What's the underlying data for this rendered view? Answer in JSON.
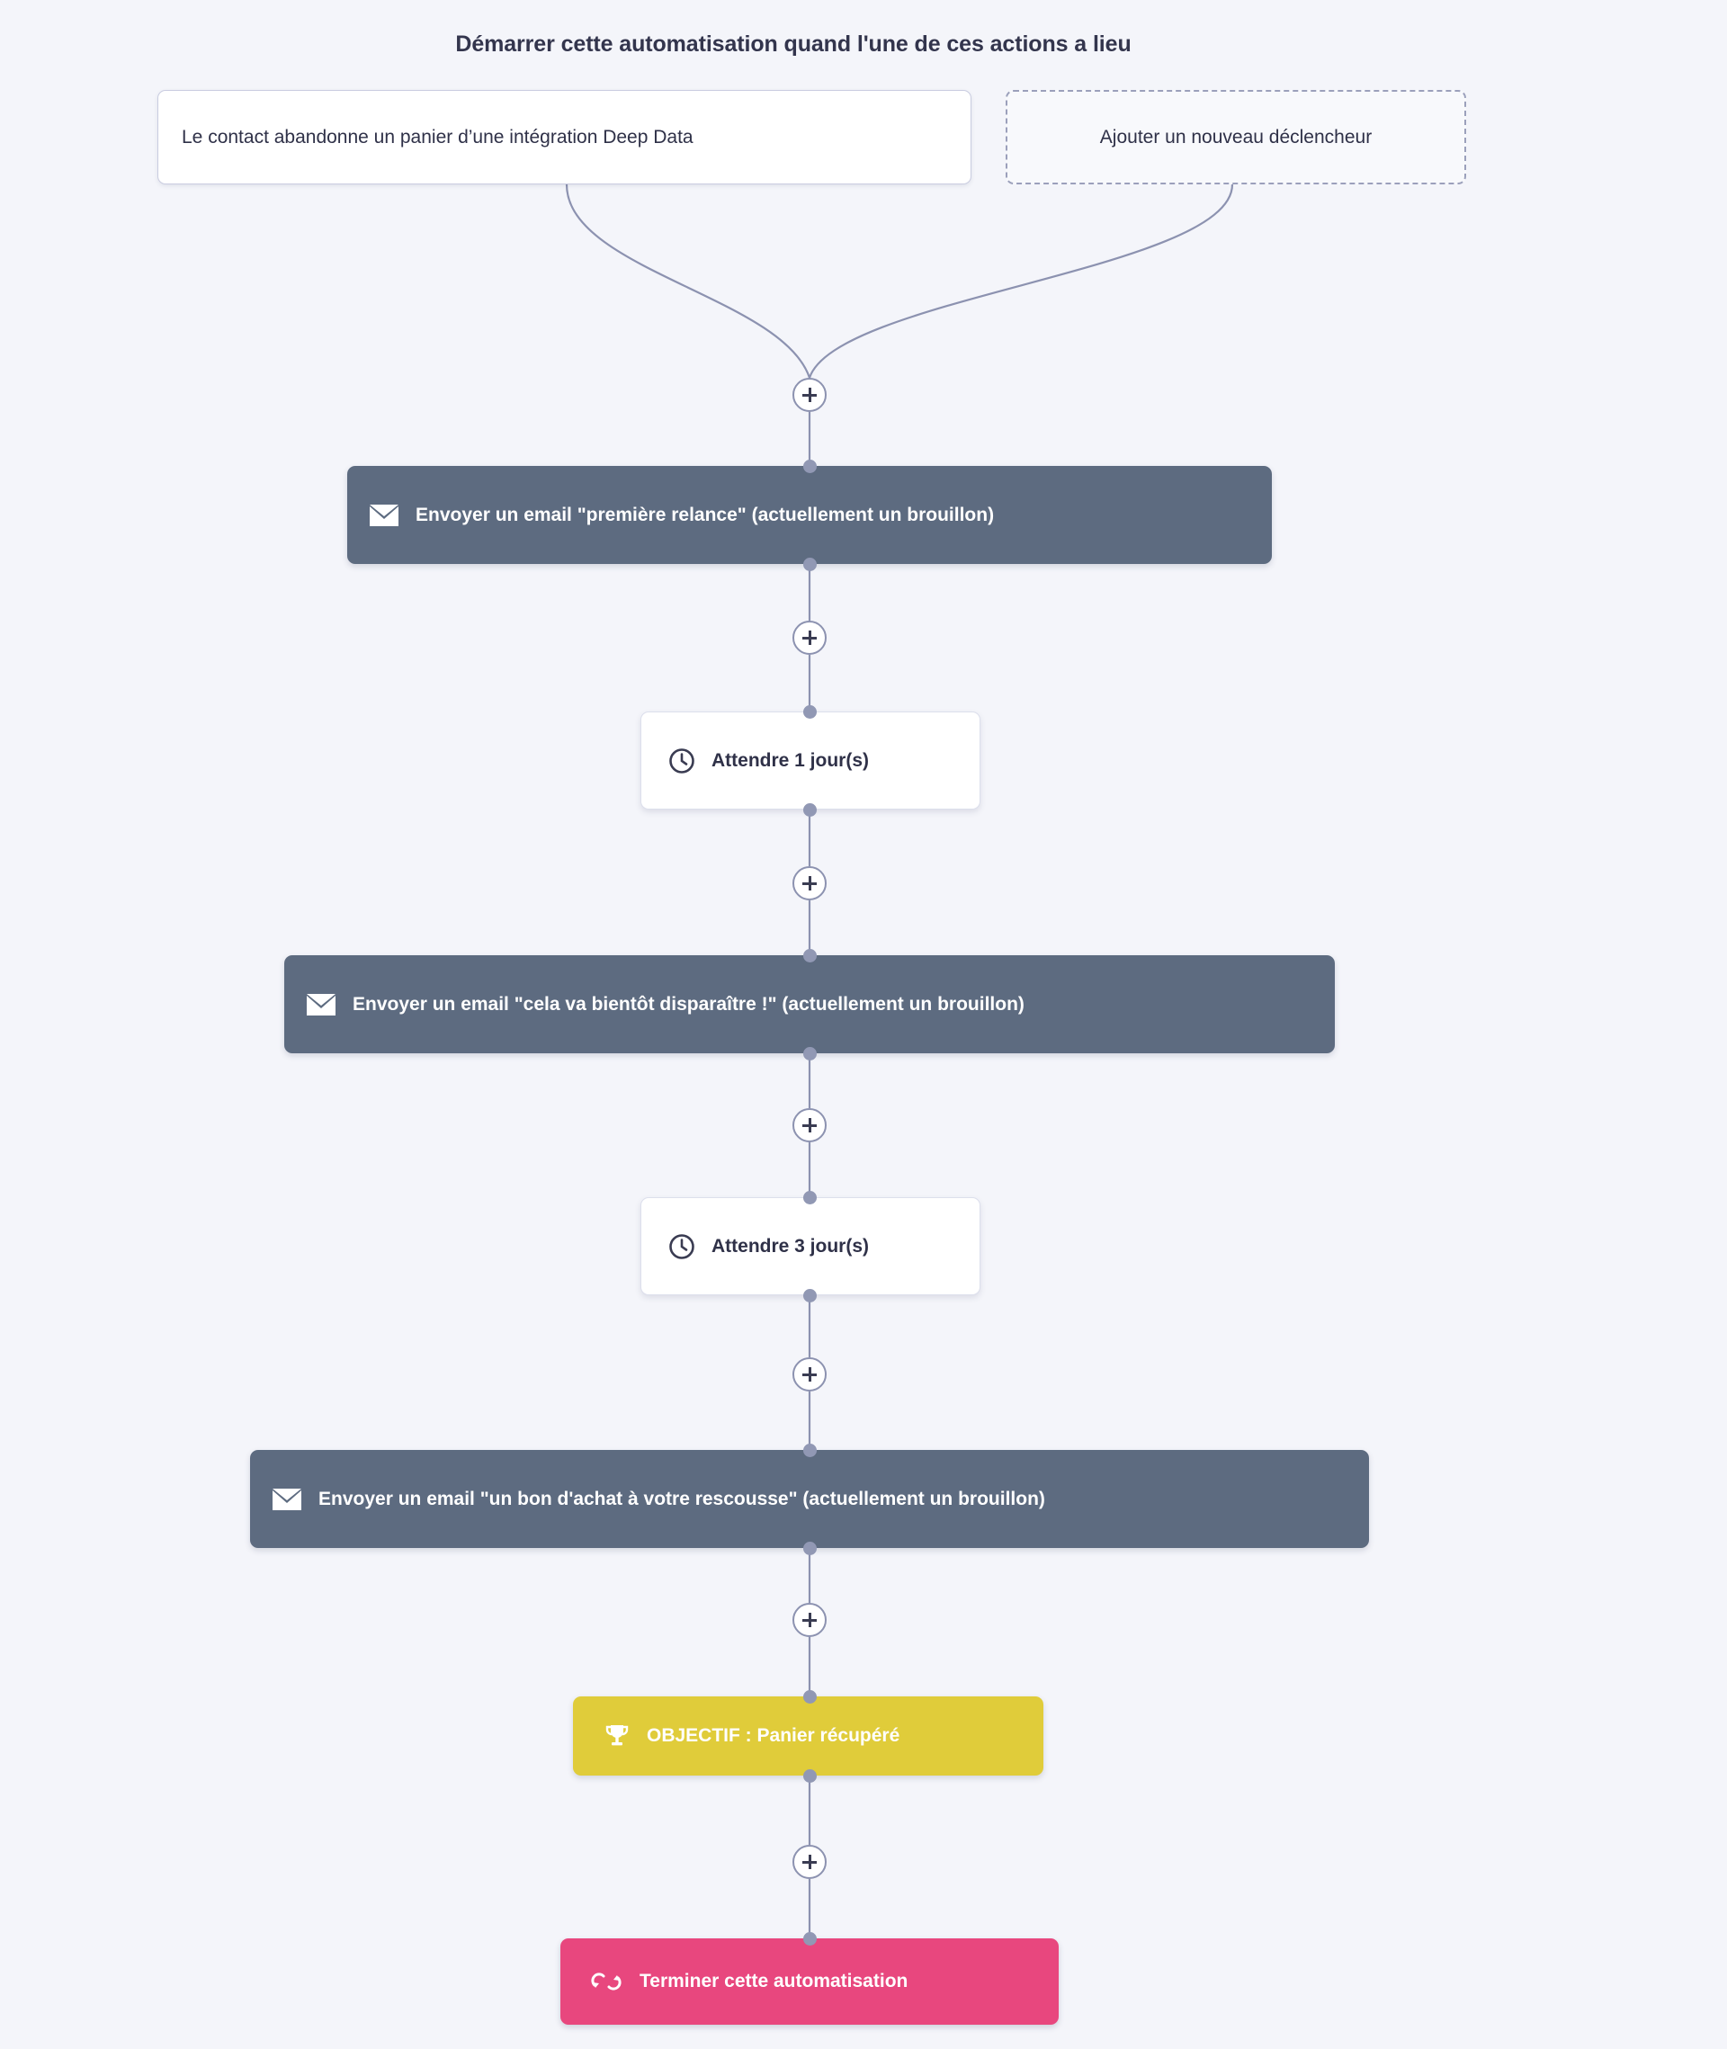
{
  "header": {
    "title": "Démarrer cette automatisation quand l'une de ces actions a lieu"
  },
  "triggers": [
    {
      "id": "trigger-cart-abandon",
      "label": "Le contact abandonne un panier d’une intégration Deep Data",
      "style": "solid"
    },
    {
      "id": "trigger-add-new",
      "label": "Ajouter un nouveau déclencheur",
      "style": "dashed"
    }
  ],
  "steps": [
    {
      "id": "step-email-1",
      "type": "email",
      "icon": "envelope-icon",
      "label": "Envoyer un email \"première relance\" (actuellement un brouillon)"
    },
    {
      "id": "step-wait-1",
      "type": "wait",
      "icon": "clock-icon",
      "label": "Attendre 1 jour(s)",
      "days": 1
    },
    {
      "id": "step-email-2",
      "type": "email",
      "icon": "envelope-icon",
      "label": "Envoyer un email \"cela va bientôt disparaître !\" (actuellement un brouillon)"
    },
    {
      "id": "step-wait-2",
      "type": "wait",
      "icon": "clock-icon",
      "label": "Attendre 3 jour(s)",
      "days": 3
    },
    {
      "id": "step-email-3",
      "type": "email",
      "icon": "envelope-icon",
      "label": "Envoyer un email \"un bon d'achat à votre rescousse\" (actuellement un brouillon)"
    },
    {
      "id": "step-goal",
      "type": "goal",
      "icon": "trophy-icon",
      "label": "OBJECTIF : Panier récupéré"
    },
    {
      "id": "step-end",
      "type": "end",
      "icon": "loop-arrows-icon",
      "label": "Terminer cette automatisation"
    }
  ],
  "add_buttons": [
    {
      "id": "add-step-after-triggers",
      "label": "+"
    },
    {
      "id": "add-step-after-email-1",
      "label": "+"
    },
    {
      "id": "add-step-after-wait-1",
      "label": "+"
    },
    {
      "id": "add-step-after-email-2",
      "label": "+"
    },
    {
      "id": "add-step-after-wait-2",
      "label": "+"
    },
    {
      "id": "add-step-after-email-3",
      "label": "+"
    },
    {
      "id": "add-step-after-goal",
      "label": "+"
    }
  ],
  "colors": {
    "background": "#f4f5fa",
    "email_node": "#5d6b80",
    "goal_node": "#e0cc3a",
    "end_node": "#e8477e",
    "connector": "#8c92b0",
    "anchor_dot": "#9198b4",
    "text_dark": "#2f3148"
  }
}
